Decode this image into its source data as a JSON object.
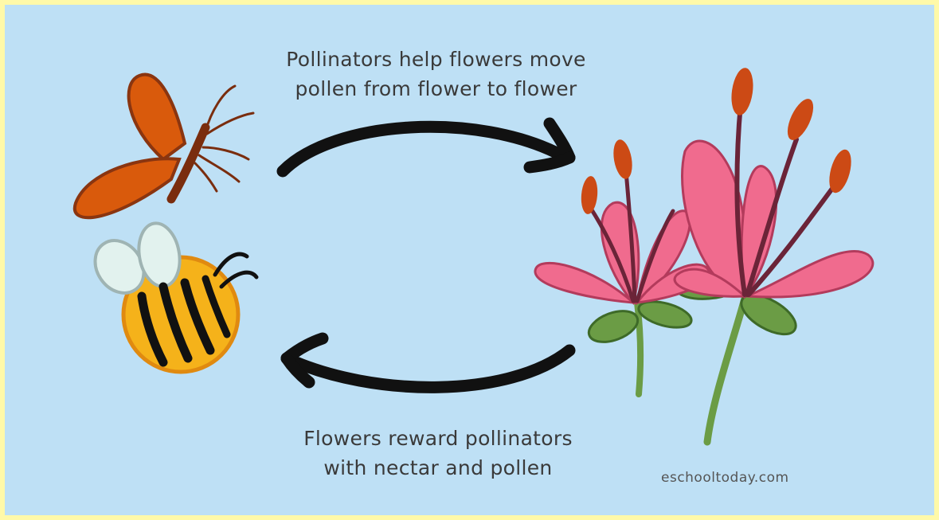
{
  "diagram": {
    "top_caption": {
      "line1": "Pollinators help flowers move",
      "line2": "pollen from flower to flower"
    },
    "bottom_caption": {
      "line1": "Flowers reward pollinators",
      "line2": "with nectar and pollen"
    },
    "watermark": "eschooltoday.com",
    "colors": {
      "background": "#bee0f5",
      "border": "#fff9a8",
      "arrow": "#111111",
      "butterfly": "#d95a0c",
      "bee": "#f5b21a",
      "petal": "#f06b8e",
      "stamen": "#cc4a15",
      "leaf": "#6b9c45"
    },
    "icons": [
      "butterfly-icon",
      "bee-icon",
      "flowers-icon",
      "arrow-right-icon",
      "arrow-left-icon"
    ]
  }
}
